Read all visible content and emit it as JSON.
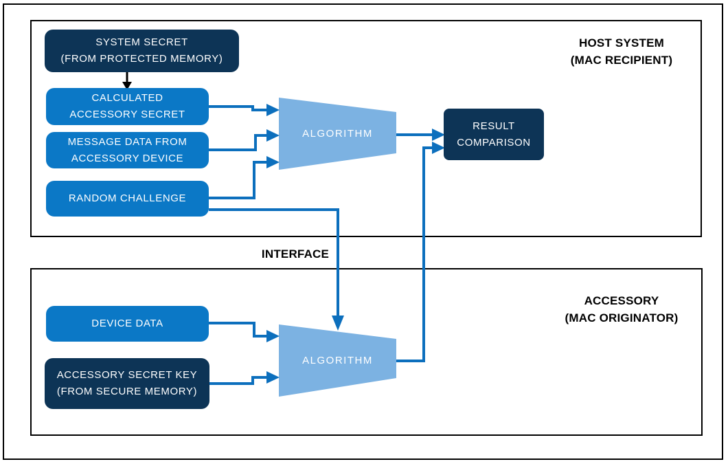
{
  "diagram": {
    "regions": {
      "host": {
        "label_line1": "HOST SYSTEM",
        "label_line2": "(MAC RECIPIENT)"
      },
      "accessory": {
        "label_line1": "ACCESSORY",
        "label_line2": "(MAC ORIGINATOR)"
      },
      "interface_label": "INTERFACE"
    },
    "nodes": {
      "system_secret": {
        "line1": "SYSTEM SECRET",
        "line2": "(FROM PROTECTED MEMORY)"
      },
      "calculated_accessory_secret": {
        "line1": "CALCULATED",
        "line2": "ACCESSORY SECRET"
      },
      "message_data": {
        "line1": "MESSAGE DATA FROM",
        "line2": "ACCESSORY DEVICE"
      },
      "random_challenge": {
        "line1": "RANDOM CHALLENGE"
      },
      "algorithm_host": {
        "label": "ALGORITHM"
      },
      "result_comparison": {
        "line1": "RESULT",
        "line2": "COMPARISON"
      },
      "device_data": {
        "line1": "DEVICE DATA"
      },
      "accessory_secret_key": {
        "line1": "ACCESSORY SECRET KEY",
        "line2": "(FROM SECURE MEMORY)"
      },
      "algorithm_accessory": {
        "label": "ALGORITHM"
      }
    },
    "colors": {
      "dark_navy": "#0d3456",
      "box_blue": "#0b78c6",
      "light_blue": "#7cb2e2",
      "line_blue": "#0c6fbd"
    }
  }
}
